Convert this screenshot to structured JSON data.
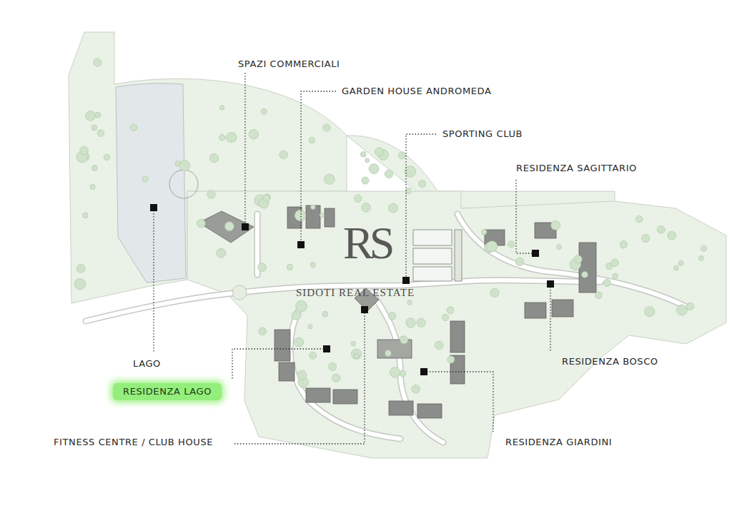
{
  "diagram": {
    "labels": [
      "SPAZI COMMERCIALI",
      "GARDEN HOUSE ANDROMEDA",
      "SPORTING CLUB",
      "RESIDENZA SAGITTARIO",
      "LAGO",
      "RESIDENZA BOSCO",
      "RESIDENZA LAGO",
      "FITNESS CENTRE / CLUB HOUSE",
      "RESIDENZA GIARDINI",
      "RS",
      "SIDOTI REAL ESTATE"
    ]
  }
}
